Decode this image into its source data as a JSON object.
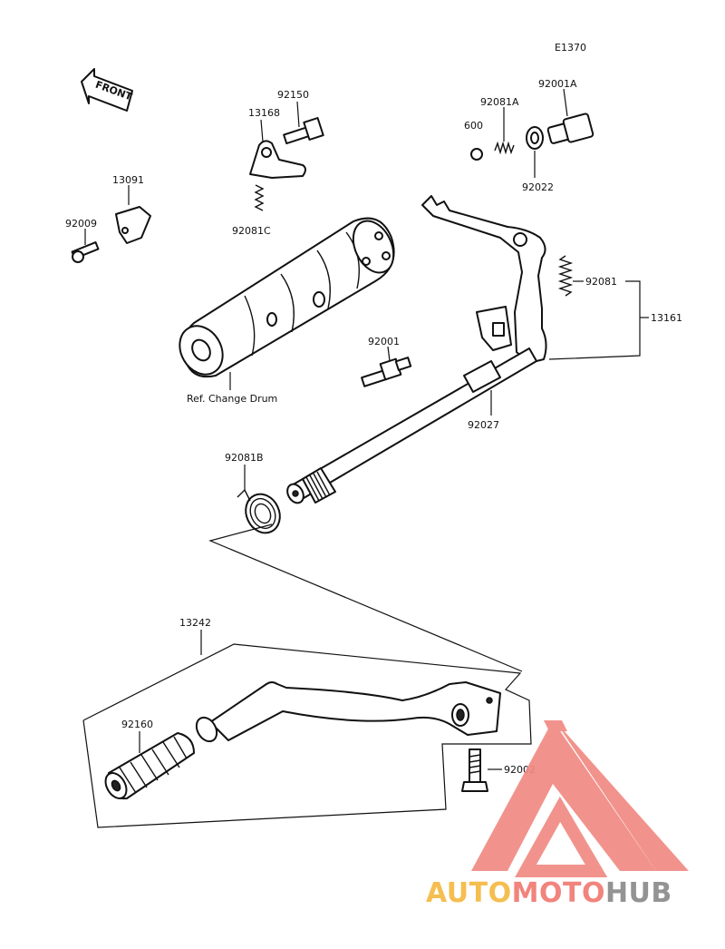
{
  "diagram": {
    "code": "E1370",
    "front_label": "FRONT",
    "ref_label": "Ref. Change Drum",
    "labels": {
      "p92150": "92150",
      "p13168": "13168",
      "p92081A": "92081A",
      "p92001A": "92001A",
      "p600": "600",
      "p92022": "92022",
      "p13091": "13091",
      "p92009": "92009",
      "p92081C": "92081C",
      "p92081": "92081",
      "p13161": "13161",
      "p92001": "92001",
      "p92027": "92027",
      "p92081B": "92081B",
      "p13242": "13242",
      "p92160": "92160",
      "p92002": "92002"
    }
  },
  "watermark": {
    "part1": "AUTO",
    "part2": "MOTO",
    "part3": "HUB",
    "colors": {
      "auto": "#f5b942",
      "moto": "#f07a73",
      "hub": "#8a8a8a",
      "triangle": "#f08a83"
    }
  }
}
